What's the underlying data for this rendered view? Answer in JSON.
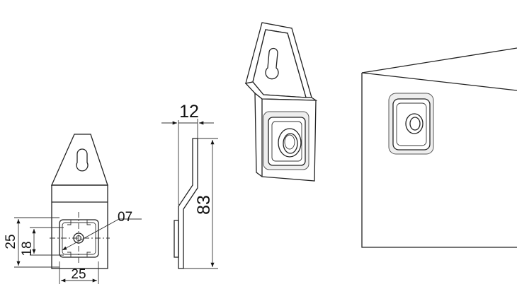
{
  "dimensions": {
    "width_overall": "25",
    "height_overall": "25",
    "height_inner": "18",
    "hole_diameter": "07",
    "thickness": "12",
    "length": "83"
  }
}
